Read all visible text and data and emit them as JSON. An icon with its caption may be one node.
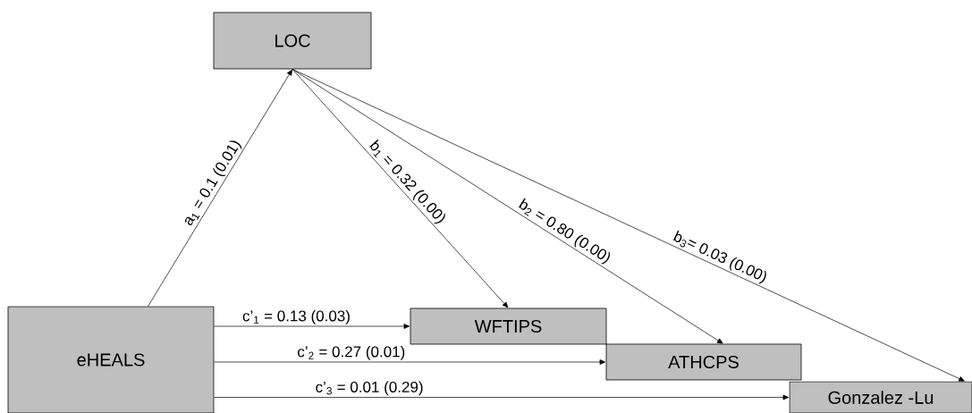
{
  "diagram": {
    "nodes": [
      {
        "text": [
          "LOC"
        ]
      },
      {
        "text": [
          "eHEALS"
        ]
      },
      {
        "text": [
          "WFTIPS"
        ]
      },
      {
        "text": [
          "ATHCPS"
        ]
      },
      {
        "text": [
          "Gonzalez -Lu"
        ]
      }
    ],
    "edges": [
      {
        "from": 1,
        "to": 0,
        "arrow": "to",
        "label": "a$_{1}$ = 0.1 (0.01)"
      },
      {
        "from": 0,
        "to": 2,
        "arrow": "to",
        "label": "b$_{1}$ = 0.32 (0.00)"
      },
      {
        "from": 0,
        "to": 3,
        "arrow": "to",
        "label": "b$_{2}$ = 0.80 (0.00)"
      },
      {
        "from": 0,
        "to": 4,
        "arrow": "to",
        "label": "b$_{3}$= 0.03 (0.00)"
      },
      {
        "from": 1,
        "to": 2,
        "arrow": "to",
        "label": "c’$_{1}$ = 0.13 (0.03)"
      },
      {
        "from": 1,
        "to": 3,
        "arrow": "to",
        "label": "c’$_{2}$ = 0.27 (0.01)"
      },
      {
        "from": 1,
        "to": 4,
        "arrow": "to",
        "label": "c’$_{3}$ = 0.01 (0.29)"
      }
    ]
  }
}
